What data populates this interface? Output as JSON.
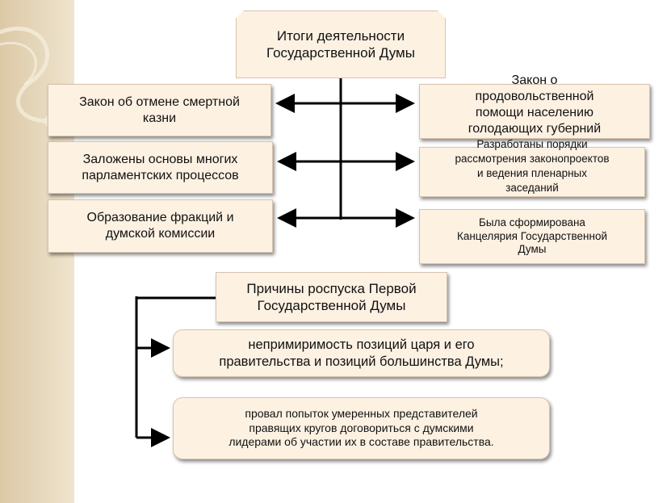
{
  "diagram": {
    "title": [
      "Итоги деятельности",
      "Государственной Думы"
    ],
    "left_results": [
      [
        "Закон об отмене смертной",
        "казни"
      ],
      [
        "Заложены основы многих",
        "парламентских процессов"
      ],
      [
        "Образование фракций и",
        "думской комиссии"
      ]
    ],
    "right_results": [
      [
        "Закон о",
        "продовольственной",
        "помощи населению",
        "голодающих губерний"
      ],
      [
        "Разработаны порядки",
        "рассмотрения законопроектов",
        "и ведения пленарных",
        "заседаний"
      ],
      [
        "Была сформирована",
        "Канцелярия Государственной",
        "Думы"
      ]
    ],
    "dissolution_title": [
      "Причины роспуска Первой",
      "Государственной Думы"
    ],
    "dissolution_reasons": [
      [
        "непримиримость позиций царя и его",
        "правительства и позиций большинства Думы;"
      ],
      [
        "провал попыток умеренных представителей",
        "правящих кругов договориться с думскими",
        "лидерами об участии их в составе правительства."
      ]
    ]
  },
  "colors": {
    "box_fill": "#fdf1e2",
    "box_border": "#d7c3ac",
    "connector": "#000000",
    "side_band": "#e6d8bc"
  }
}
